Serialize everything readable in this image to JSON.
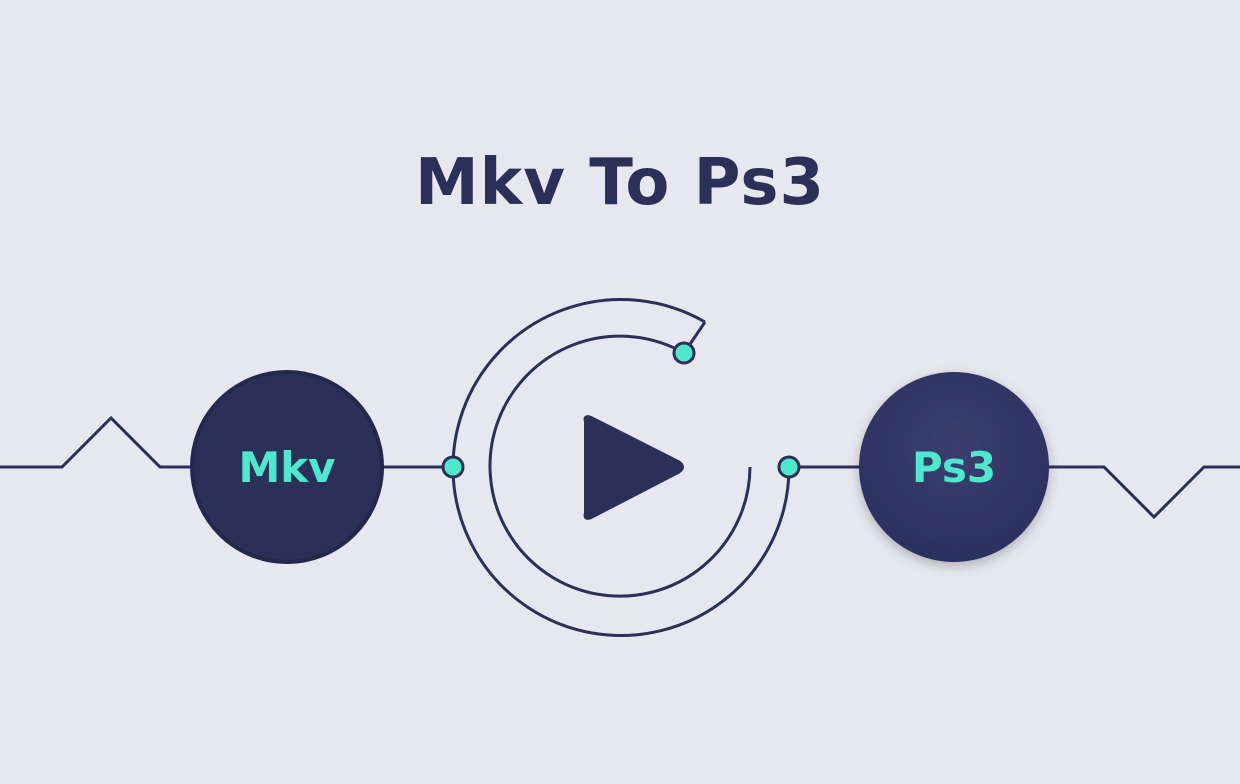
{
  "title": "Mkv To Ps3",
  "source_format": {
    "label": "Mkv"
  },
  "target_format": {
    "label": "Ps3"
  },
  "colors": {
    "background": "#e7e7ef",
    "ink": "#2b3058",
    "node_fill": "#2e3360",
    "accent": "#4fe8cf"
  },
  "icons": {
    "center": "play-icon"
  }
}
